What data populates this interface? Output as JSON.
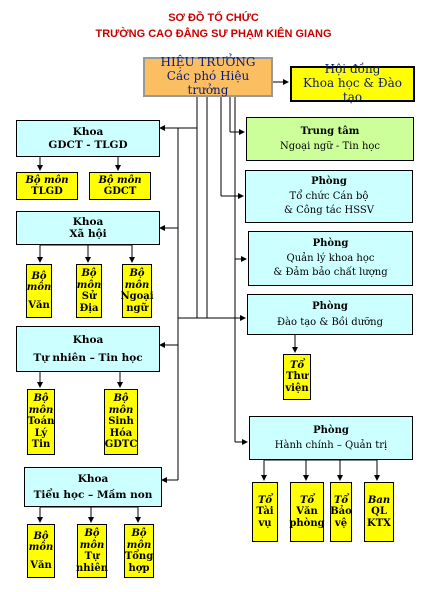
{
  "title": {
    "line1": "SƠ ĐỒ TỔ CHỨC",
    "line2": "TRƯỜNG CAO ĐẲNG SƯ PHẠM KIÊN GIANG"
  },
  "top": {
    "hieutruong": [
      "HIỆU TRƯỞNG",
      "Các phó Hiệu trưởng"
    ],
    "hoidong": [
      "Hội đồng",
      "Khoa học & Đào tạo"
    ]
  },
  "left": {
    "khoa_gdct": {
      "title": [
        "Khoa",
        "GDCT - TLGD"
      ],
      "units": [
        [
          "Bộ môn",
          "TLGD"
        ],
        [
          "Bộ môn",
          "GDCT"
        ]
      ]
    },
    "khoa_xahoi": {
      "title": [
        "Khoa",
        "Xã hội"
      ],
      "units": [
        [
          "Bộ",
          "môn",
          "Văn"
        ],
        [
          "Bộ",
          "môn",
          "Sử",
          "Địa"
        ],
        [
          "Bộ",
          "môn",
          "Ngoại",
          "ngữ"
        ]
      ]
    },
    "khoa_tunhien": {
      "title": [
        "Khoa",
        "Tự nhiên – Tin học"
      ],
      "units": [
        [
          "Bộ",
          "môn",
          "Toán",
          "Lý",
          "Tin"
        ],
        [
          "Bộ",
          "môn",
          "Sinh",
          "Hóa",
          "GDTC"
        ]
      ]
    },
    "khoa_tieuhoc": {
      "title": [
        "Khoa",
        "Tiểu học – Mầm non"
      ],
      "units": [
        [
          "Bộ",
          "môn",
          "Văn"
        ],
        [
          "Bộ",
          "môn",
          "Tự",
          "nhiên"
        ],
        [
          "Bộ",
          "môn",
          "Tổng",
          "hợp"
        ]
      ]
    }
  },
  "right": {
    "trungtam": [
      "Trung tâm",
      "Ngoại ngữ - Tin học"
    ],
    "phong_tccb": [
      "Phòng",
      "Tổ chức Cán bộ",
      "& Công tác HSSV"
    ],
    "phong_qlkh": [
      "Phòng",
      "Quản lý khoa học",
      "& Đảm bảo chất lượng"
    ],
    "phong_daotao": [
      "Phòng",
      "Đào tạo & Bồi dưỡng"
    ],
    "to_thuvien": [
      "Tổ",
      "Thư",
      "viện"
    ],
    "phong_hcqt": [
      "Phòng",
      "Hành chính – Quản trị"
    ],
    "hcqt_units": [
      [
        "Tổ",
        "Tài",
        "vụ"
      ],
      [
        "Tổ",
        "Văn",
        "phòng"
      ],
      [
        "Tổ",
        "Bảo",
        "vệ"
      ],
      [
        "Ban",
        "QL",
        "KTX"
      ]
    ]
  }
}
